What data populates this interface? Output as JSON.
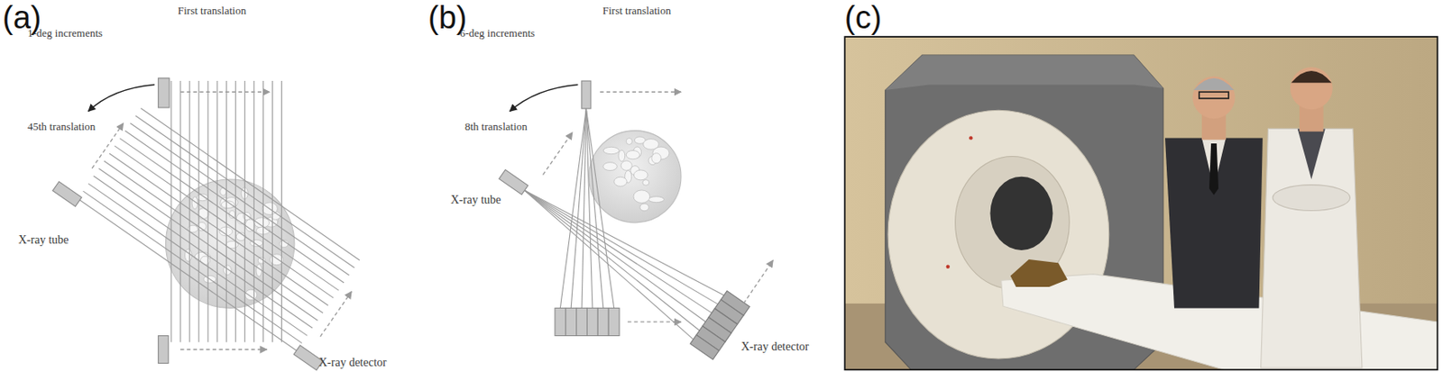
{
  "diagram": {
    "labels": [
      "(a)",
      "1-deg increments",
      "First translation",
      "45th translation",
      "X-ray tube",
      "X-ray detector",
      "(b)",
      "6-deg increments",
      "First translation",
      "8th translation",
      "X-ray tube",
      "X-ray detector",
      "(c)"
    ]
  }
}
